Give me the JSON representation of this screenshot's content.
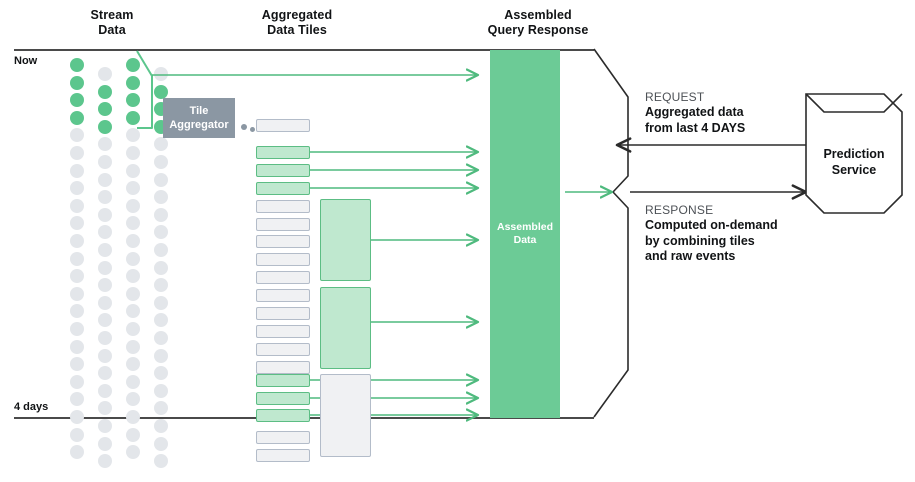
{
  "diagram": {
    "title_columns": [
      {
        "name": "stream-data",
        "line1": "Stream",
        "line2": "Data"
      },
      {
        "name": "aggregated-data-tiles",
        "line1": "Aggregated",
        "line2": "Data Tiles"
      },
      {
        "name": "assembled-query-response",
        "line1": "Assembled",
        "line2": "Query Response"
      }
    ],
    "time_axis": {
      "now_label": "Now",
      "window_label": "4 days"
    },
    "aggregator": {
      "line1": "Tile",
      "line2": "Aggregator"
    },
    "assembled": {
      "line1": "Assembled",
      "line2": "Data"
    },
    "messages": [
      {
        "name": "request",
        "kicker": "REQUEST",
        "body": "Aggregated data\nfrom last 4 DAYS"
      },
      {
        "name": "response",
        "kicker": "RESPONSE",
        "body": "Computed on-demand\nby combining tiles\nand raw events"
      }
    ],
    "service": {
      "line1": "Prediction",
      "line2": "Service"
    },
    "colors": {
      "green_fill": "#6ccb96",
      "green_tile_fill": "#bfe8cf",
      "green_stroke": "#5cbd84",
      "gray_tile_fill": "#f0f1f3",
      "gray_tile_stroke": "#b3bcc9",
      "aggregator_fill": "#8b97a3",
      "dot_active": "#5cc68d",
      "dot_inactive": "#e3e6ea",
      "axis_line": "#4a4a4a",
      "text": "#111315",
      "kicker_text": "#4d5156"
    },
    "stream_dots": {
      "columns": 4,
      "active_rows": 4,
      "total_rows": 23,
      "active_count": 15
    },
    "tiles": {
      "small_total": 18,
      "small_green_count": 7,
      "big_green_count": 2,
      "big_gray_count": 1,
      "header_tile_dots": 2
    },
    "arrows": [
      {
        "name": "raw-events-to-assembled",
        "kind": "green"
      },
      {
        "name": "tile-row-1-to-assembled",
        "kind": "green"
      },
      {
        "name": "tile-row-2-to-assembled",
        "kind": "green"
      },
      {
        "name": "tile-row-3-to-assembled",
        "kind": "green"
      },
      {
        "name": "big-tile-1-to-assembled",
        "kind": "green"
      },
      {
        "name": "big-tile-2-to-assembled",
        "kind": "green"
      },
      {
        "name": "tile-row-4-to-assembled",
        "kind": "green"
      },
      {
        "name": "tile-row-5-to-assembled",
        "kind": "green"
      },
      {
        "name": "tile-row-6-to-assembled",
        "kind": "green"
      },
      {
        "name": "assembled-to-bracket",
        "kind": "green"
      },
      {
        "name": "request-arrow",
        "kind": "dark"
      },
      {
        "name": "response-arrow",
        "kind": "dark"
      }
    ]
  }
}
